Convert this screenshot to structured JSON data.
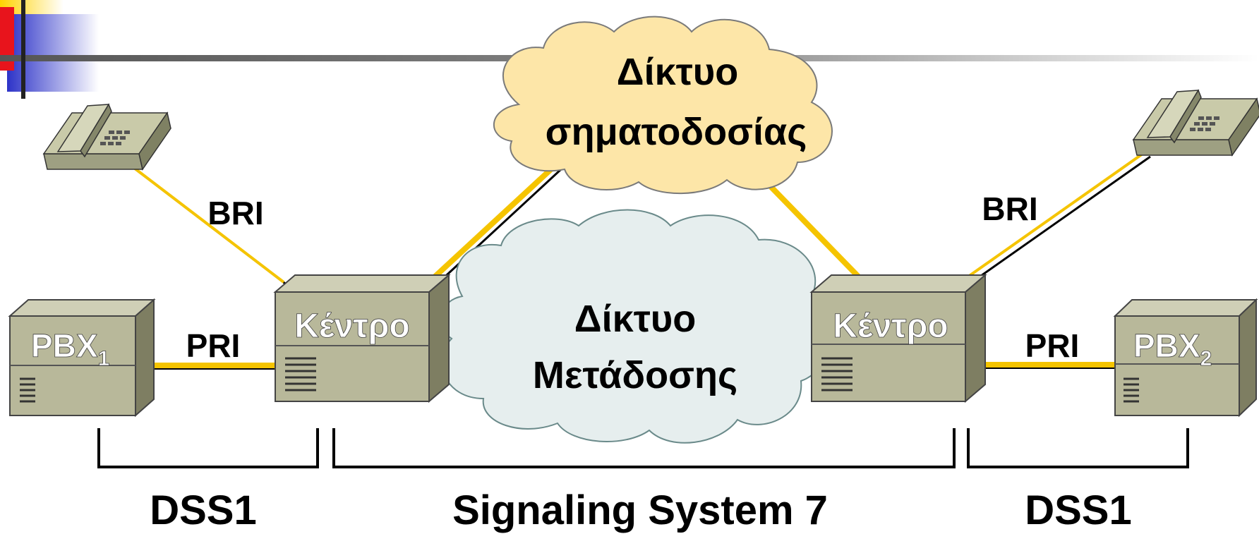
{
  "signaling_cloud": {
    "line1": "Δίκτυο",
    "line2": "σηματοδοσίας"
  },
  "transport_cloud": {
    "line1": "Δίκτυο",
    "line2": "Μετάδοσης"
  },
  "left": {
    "switch_label": "Κέντρο",
    "pbx_label": "PBX",
    "pbx_subscript": "1",
    "bri_label": "BRI",
    "pri_label": "PRI",
    "protocol_label": "DSS1"
  },
  "right": {
    "switch_label": "Κέντρο",
    "pbx_label": "PBX",
    "pbx_subscript": "2",
    "bri_label": "BRI",
    "pri_label": "PRI",
    "protocol_label": "DSS1"
  },
  "core_protocol_label": "Signaling System 7",
  "colors": {
    "link_yellow": "#f5c400",
    "box_face": "#b8b89a",
    "box_side": "#7e7e62",
    "box_top": "#cfcfb6",
    "signaling_cloud": "#fde6a8",
    "transport_cloud": "#e6eeee"
  }
}
